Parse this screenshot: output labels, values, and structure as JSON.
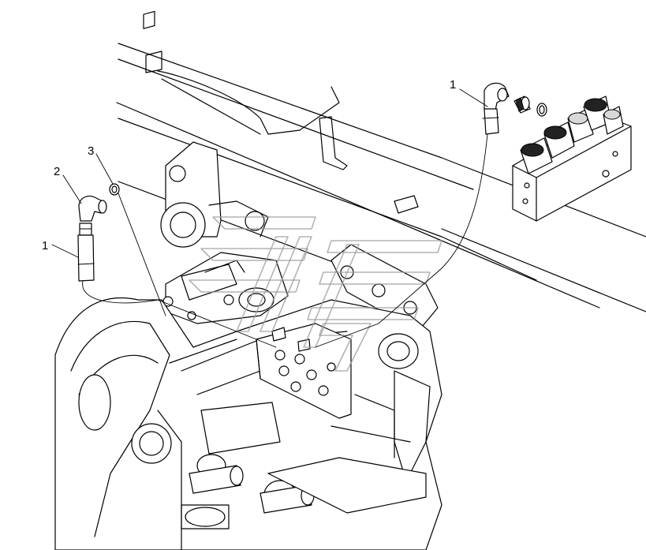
{
  "callouts": {
    "left_fitting_tube": "1",
    "left_elbow": "2",
    "left_o_ring": "3",
    "right_fitting_tube": "1"
  },
  "colors": {
    "line": "#000000",
    "background": "#ffffff",
    "watermark": "#9a9a9a"
  }
}
